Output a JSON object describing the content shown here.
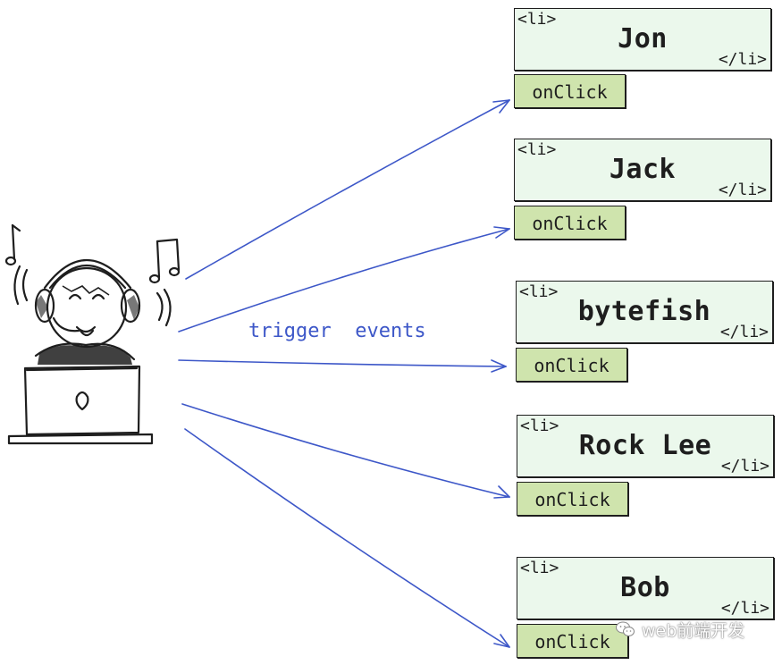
{
  "trigger_label": "trigger  events",
  "list_items": [
    {
      "open_tag": "<li>",
      "name": "Jon",
      "close_tag": "</li>",
      "handler": "onClick"
    },
    {
      "open_tag": "<li>",
      "name": "Jack",
      "close_tag": "</li>",
      "handler": "onClick"
    },
    {
      "open_tag": "<li>",
      "name": "bytefish",
      "close_tag": "</li>",
      "handler": "onClick"
    },
    {
      "open_tag": "<li>",
      "name": "Rock Lee",
      "close_tag": "</li>",
      "handler": "onClick"
    },
    {
      "open_tag": "<li>",
      "name": "Bob",
      "close_tag": "</li>",
      "handler": "onClick"
    }
  ],
  "watermark": {
    "text": "web前端开发",
    "icon": "wechat-icon"
  },
  "colors": {
    "arrow": "#3d57c8",
    "li_fill": "#ebf8ec",
    "onclick_fill": "#cfe4ad",
    "stroke": "#1e1e1e"
  }
}
